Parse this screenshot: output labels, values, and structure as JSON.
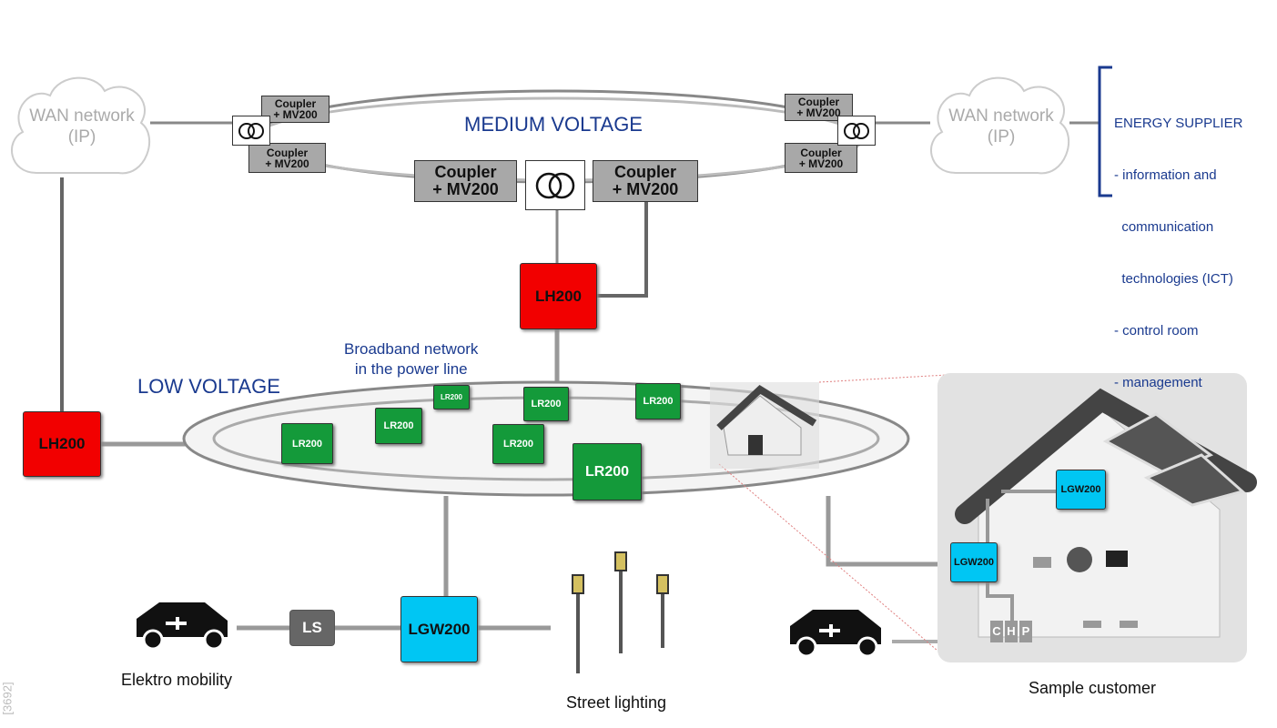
{
  "wan_left": {
    "line1": "WAN network",
    "line2": "(IP)"
  },
  "wan_right": {
    "line1": "WAN network",
    "line2": "(IP)"
  },
  "medium_voltage": "MEDIUM VOLTAGE",
  "low_voltage": "LOW VOLTAGE",
  "broadband": {
    "line1": "Broadband network",
    "line2": "in the power line"
  },
  "coupler": {
    "line1": "Coupler",
    "line2": "+ MV200"
  },
  "lh200": "LH200",
  "lr200": "LR200",
  "lgw200": "LGW200",
  "ls": "LS",
  "energy_supplier": {
    "title": "ENERGY SUPPLIER",
    "items": [
      "- information and",
      "  communication",
      "  technologies (ICT)",
      "- control room",
      "- management"
    ]
  },
  "captions": {
    "elektro": "Elektro mobility",
    "street": "Street lighting",
    "customer": "Sample customer"
  },
  "chp": [
    "C",
    "H",
    "P"
  ],
  "watermark": "[3692]",
  "colors": {
    "lh200": "#f20000",
    "lr200": "#149a3a",
    "lgw200": "#00c6f3",
    "text_blue": "#1a3a8f"
  }
}
